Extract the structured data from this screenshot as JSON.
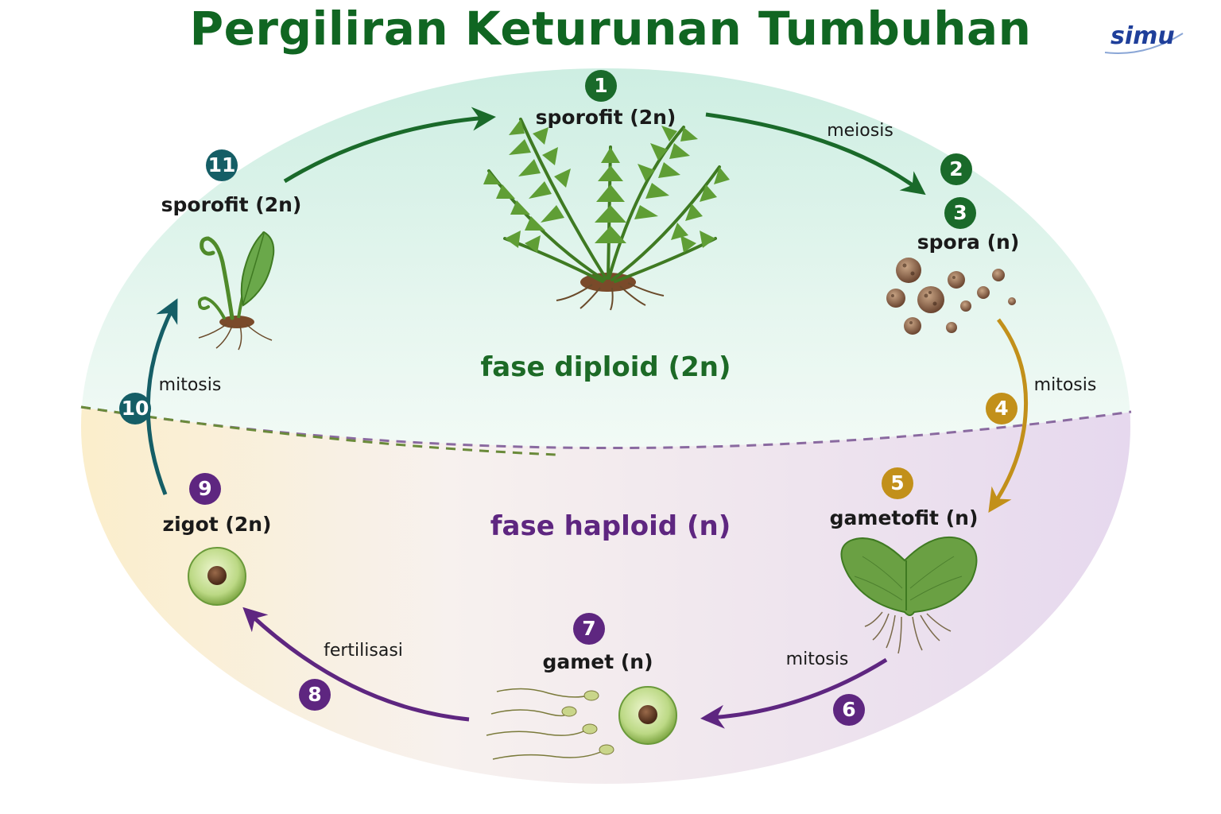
{
  "title": "Pergiliran Keturunan Tumbuhan",
  "logo": {
    "text": "simu"
  },
  "phases": {
    "diploid": "fase diploid (2n)",
    "haploid": "fase haploid (n)"
  },
  "stages": [
    {
      "number": "1",
      "label": "sporofit (2n)"
    },
    {
      "number": "3",
      "label": "spora (n)"
    },
    {
      "number": "5",
      "label": "gametofit (n)"
    },
    {
      "number": "7",
      "label": "gamet (n)"
    },
    {
      "number": "9",
      "label": "zigot (2n)"
    },
    {
      "number": "11",
      "label": "sporofit (2n)"
    }
  ],
  "processes": [
    {
      "number": "2",
      "label": "meiosis"
    },
    {
      "number": "4",
      "label": "mitosis"
    },
    {
      "number": "6",
      "label": "mitosis"
    },
    {
      "number": "8",
      "label": "fertilisasi"
    },
    {
      "number": "10",
      "label": "mitosis"
    }
  ],
  "colors": {
    "title": "#106622",
    "diploid_text": "#1c6a26",
    "haploid_text": "#5e2680",
    "badge_green": "#1a6a2a",
    "badge_teal": "#155e66",
    "badge_gold": "#c2901a",
    "badge_purple": "#5e2680",
    "arrow_green": "#1a6a2a",
    "arrow_teal": "#155e66",
    "arrow_gold": "#c2901a",
    "arrow_purple": "#5e2680"
  },
  "icons": [
    "fern-icon",
    "spore-icon",
    "prothallus-icon",
    "sperm-icon",
    "egg-cell-icon",
    "zygote-icon",
    "young-fern-icon",
    "logo-swoosh-icon"
  ]
}
